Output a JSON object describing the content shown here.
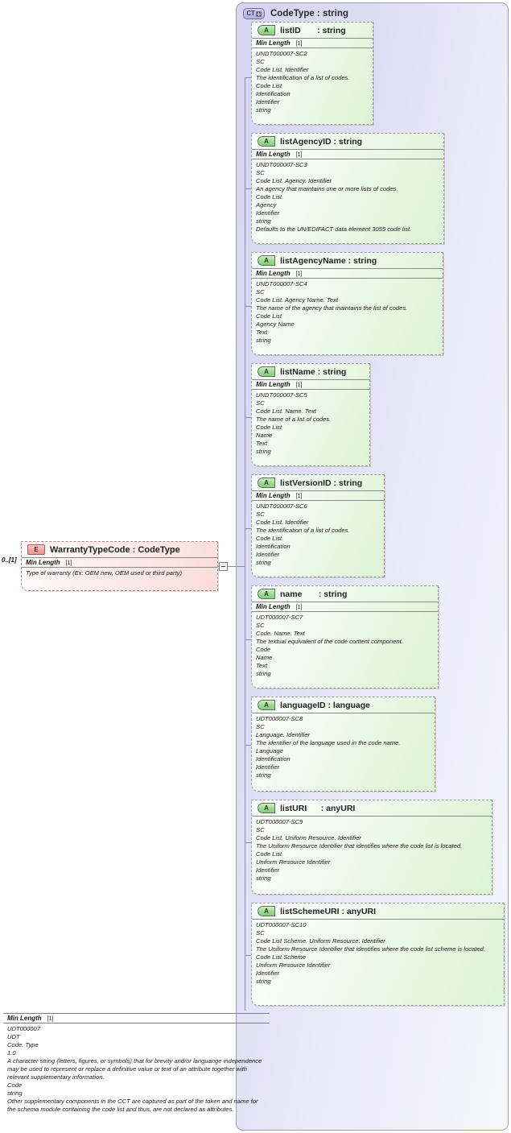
{
  "diagram": {
    "title": "XSD schema diagram",
    "colors": {
      "complexTypeFill": "#dedcf3",
      "attributeFill": "#e6f7e0",
      "elementFill": "#fbe4e1",
      "connector": "#8b8bb0"
    }
  },
  "element": {
    "badge": "E",
    "badge_icon": "element-icon",
    "name": "WarrantyTypeCode : CodeType",
    "cardinality": "0..[1]",
    "rule_label": "Min Length",
    "rule_value": "[1]",
    "documentation": "Type of warranty (Ex: OEM new, OEM used or third party)",
    "connector_icon": "minus-box-icon"
  },
  "complex_type": {
    "badge": "CT",
    "badge_icon": "complextype-expand-icon",
    "title": "CodeType : string",
    "footer": {
      "rule_label": "Min Length",
      "rule_value": "[1]",
      "lines": [
        "UDT000007",
        "UDT",
        "Code. Type",
        "1.0",
        "A character string (letters, figures, or symbols) that for brevity and/or languange independence may be used to represent or replace a definitive value or text of an attribute together with relevant supplementary information.",
        "Code",
        "string",
        "Other supplementary components in the CCT are captured as part of the token and name for the schema module containing the code list and thus, are not declared as attributes."
      ]
    }
  },
  "attributes": [
    {
      "badge": "A",
      "badge_icon": "attribute-icon",
      "name": "listID       : string",
      "rule_label": "Min Length",
      "rule_value": "[1]",
      "lines": [
        "UNDT000007-SC2",
        "SC",
        "Code List. Identifier",
        "The identification of a list of codes.",
        "Code List",
        "Identification",
        "Identifier",
        "string"
      ]
    },
    {
      "badge": "A",
      "badge_icon": "attribute-icon",
      "name": "listAgencyID : string",
      "rule_label": "Min Length",
      "rule_value": "[1]",
      "lines": [
        "UNDT000007-SC3",
        "SC",
        "Code List. Agency. Identifier",
        "An agency that maintains one or more lists of codes.",
        "Code List",
        "Agency",
        "Identifier",
        "string",
        "Defaults to the UN/EDIFACT data element 3055 code list."
      ]
    },
    {
      "badge": "A",
      "badge_icon": "attribute-icon",
      "name": "listAgencyName : string",
      "rule_label": "Min Length",
      "rule_value": "[1]",
      "lines": [
        "UNDT000007-SC4",
        "SC",
        "Code List. Agency Name. Text",
        "The name of the agency that maintains the list of codes.",
        "Code List",
        "Agency Name",
        "Text",
        "string"
      ]
    },
    {
      "badge": "A",
      "badge_icon": "attribute-icon",
      "name": "listName : string",
      "rule_label": "Min Length",
      "rule_value": "[1]",
      "lines": [
        "UNDT000007-SC5",
        "SC",
        "Code List. Name. Text",
        "The name of a list of codes.",
        "Code List",
        "Name",
        "Text",
        "string"
      ]
    },
    {
      "badge": "A",
      "badge_icon": "attribute-icon",
      "name": "listVersionID : string",
      "rule_label": "Min Length",
      "rule_value": "[1]",
      "lines": [
        "UNDT000007-SC6",
        "SC",
        "Code List. Identifier",
        "The identification of a list of codes.",
        "Code List",
        "Identification",
        "Identifier",
        "string"
      ]
    },
    {
      "badge": "A",
      "badge_icon": "attribute-icon",
      "name": "name       : string",
      "rule_label": "Min Length",
      "rule_value": "[1]",
      "lines": [
        "UDT000007-SC7",
        "SC",
        "Code. Name. Text",
        "The textual equivalent of the code content component.",
        "Code",
        "Name",
        "Text",
        "string"
      ]
    },
    {
      "badge": "A",
      "badge_icon": "attribute-icon",
      "name": "languageID : language",
      "rule_label": null,
      "rule_value": null,
      "lines": [
        "UDT000007-SC8",
        "SC",
        "Language. Identifier",
        "The identifier of the language used in the code name.",
        "Language",
        "Identification",
        "Identifier",
        "string"
      ]
    },
    {
      "badge": "A",
      "badge_icon": "attribute-icon",
      "name": "listURI      : anyURI",
      "rule_label": null,
      "rule_value": null,
      "lines": [
        "UDT000007-SC9",
        "SC",
        "Code List. Uniform Resource. Identifier",
        "The Uniform Resource Identifier that identifies where the code list is located.",
        "Code List",
        "Uniform Resource Identifier",
        "Identifier",
        "string"
      ]
    },
    {
      "badge": "A",
      "badge_icon": "attribute-icon",
      "name": "listSchemeURI : anyURI",
      "rule_label": null,
      "rule_value": null,
      "lines": [
        "UDT000007-SC10",
        "SC",
        "Code List Scheme. Uniform Resource. Identifier",
        "The Uniform Resource Identifier that identifies where the code list scheme is located.",
        "Code List Scheme",
        "Uniform Resource Identifier",
        "Identifier",
        "string"
      ]
    }
  ]
}
